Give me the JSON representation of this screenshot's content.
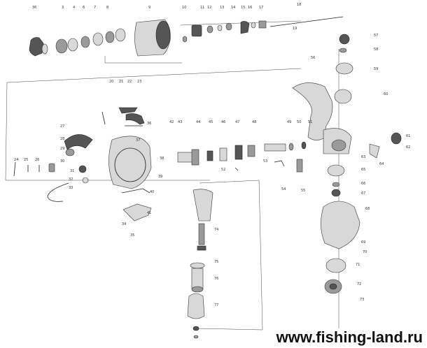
{
  "watermark": {
    "text": "www.fishing-land.ru"
  },
  "labels": [
    "36",
    "3",
    "4",
    "6",
    "7",
    "8",
    "9",
    "10",
    "11",
    "12",
    "13",
    "14",
    "15",
    "16",
    "17",
    "18",
    "19",
    "20",
    "21",
    "22",
    "23",
    "24",
    "25",
    "26",
    "27",
    "28",
    "29",
    "30",
    "31",
    "32",
    "33",
    "34",
    "35",
    "36",
    "37",
    "38",
    "39",
    "40",
    "41",
    "42",
    "43",
    "44",
    "45",
    "46",
    "47",
    "48",
    "49",
    "50",
    "51",
    "52",
    "53",
    "54",
    "55",
    "56",
    "57",
    "58",
    "59",
    "60",
    "61",
    "62",
    "63",
    "64",
    "65",
    "66",
    "67",
    "68",
    "69",
    "70",
    "71",
    "72",
    "73",
    "74",
    "75",
    "76",
    "77"
  ]
}
